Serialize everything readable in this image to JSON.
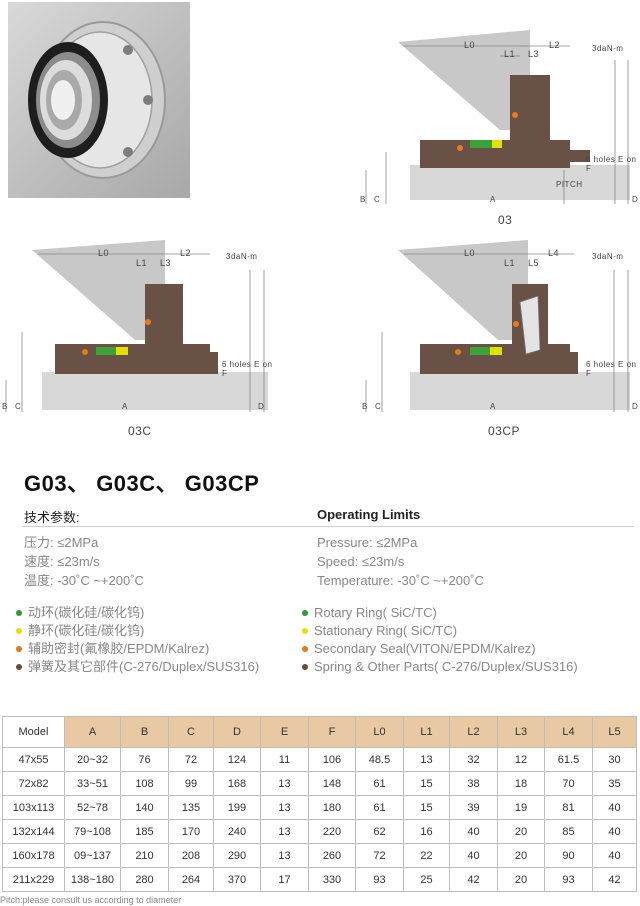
{
  "drawings": {
    "top_right": {
      "caption": "03",
      "dim_labels": [
        "L0",
        "L1",
        "L2",
        "L3",
        "3daN-m",
        "PITCH",
        "6 holes E on F",
        "B",
        "C",
        "A",
        "D"
      ]
    },
    "bottom_left": {
      "caption": "03C",
      "dim_labels": [
        "L0",
        "L1",
        "L2",
        "L3",
        "3daN-m",
        "6 holes E on F",
        "B",
        "C",
        "A",
        "D"
      ]
    },
    "bottom_right": {
      "caption": "03CP",
      "dim_labels": [
        "L0",
        "L1",
        "L4",
        "L5",
        "3daN-m",
        "6 holes E on F",
        "B",
        "C",
        "A",
        "D"
      ]
    }
  },
  "heading": "G03、 G03C、 G03CP",
  "specs_cn": {
    "title": "技术参数:",
    "lines": [
      "压力:  ≤2MPa",
      "速度:  ≤23m/s",
      "温度:  -30˚C ~+200˚C"
    ]
  },
  "specs_en": {
    "title": "Operating Limits",
    "lines": [
      "Pressure:   ≤2MPa",
      "Speed:   ≤23m/s",
      "Temperature:  -30˚C ~+200˚C"
    ]
  },
  "materials_cn": [
    {
      "text": "动环(碳化硅/碳化钨)",
      "color": "#2e9b3a"
    },
    {
      "text": "静环(碳化硅/碳化钨)",
      "color": "#e8e000"
    },
    {
      "text": "辅助密封(氟橡胶/EPDM/Kalrez)",
      "color": "#e07a1e"
    },
    {
      "text": "弹簧及其它部件(C-276/Duplex/SUS316)",
      "color": "#6b4a3a"
    }
  ],
  "materials_en": [
    {
      "text": "Rotary Ring( SiC/TC)",
      "color": "#2e9b3a"
    },
    {
      "text": "Stationary Ring( SiC/TC)",
      "color": "#e8e000"
    },
    {
      "text": "Secondary Seal(VITON/EPDM/Kalrez)",
      "color": "#e07a1e"
    },
    {
      "text": "Spring & Other Parts( C-276/Duplex/SUS316)",
      "color": "#6b4a3a"
    }
  ],
  "table": {
    "headers": [
      "Model",
      "A",
      "B",
      "C",
      "D",
      "E",
      "F",
      "L0",
      "L1",
      "L2",
      "L3",
      "L4",
      "L5"
    ],
    "rows": [
      [
        "47x55",
        "20~32",
        "76",
        "72",
        "124",
        "11",
        "106",
        "48.5",
        "13",
        "32",
        "12",
        "61.5",
        "30"
      ],
      [
        "72x82",
        "33~51",
        "108",
        "99",
        "168",
        "13",
        "148",
        "61",
        "15",
        "38",
        "18",
        "70",
        "35"
      ],
      [
        "103x113",
        "52~78",
        "140",
        "135",
        "199",
        "13",
        "180",
        "61",
        "15",
        "39",
        "19",
        "81",
        "40"
      ],
      [
        "132x144",
        "79~108",
        "185",
        "170",
        "240",
        "13",
        "220",
        "62",
        "16",
        "40",
        "20",
        "85",
        "40"
      ],
      [
        "160x178",
        "09~137",
        "210",
        "208",
        "290",
        "13",
        "260",
        "72",
        "22",
        "40",
        "20",
        "90",
        "40"
      ],
      [
        "211x229",
        "138~180",
        "280",
        "264",
        "370",
        "17",
        "330",
        "93",
        "25",
        "42",
        "20",
        "93",
        "42"
      ]
    ]
  },
  "footnote": "Pitch:please consult us according to diameter"
}
